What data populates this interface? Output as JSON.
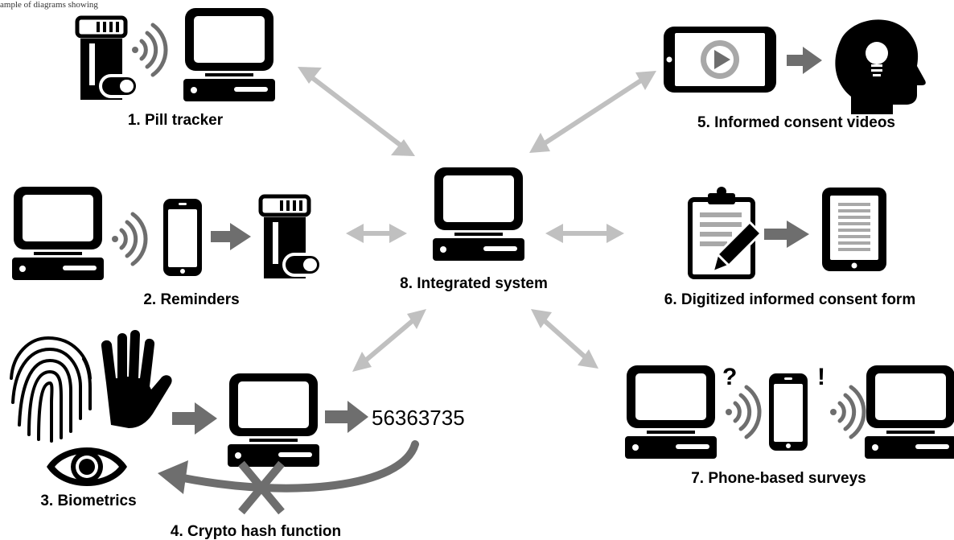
{
  "caption_fragment": "ample of diagrams showing",
  "colors": {
    "icon": "#000000",
    "arrow_light": "#c0c0c0",
    "arrow_dark": "#6e6e6e",
    "document_lines": "#a8a8a8",
    "background": "#ffffff"
  },
  "modules": [
    {
      "id": "1",
      "label": "1. Pill tracker",
      "icons": [
        "pill-bottle-icon",
        "wireless-signal-icon",
        "desktop-computer-icon"
      ]
    },
    {
      "id": "2",
      "label": "2. Reminders",
      "icons": [
        "desktop-computer-icon",
        "wireless-signal-icon",
        "smartphone-icon",
        "pill-bottle-icon"
      ]
    },
    {
      "id": "3",
      "label": "3. Biometrics",
      "icons": [
        "fingerprint-icon",
        "hand-icon",
        "eye-icon"
      ]
    },
    {
      "id": "4",
      "label": "4. Crypto hash function",
      "icons": [
        "desktop-computer-icon"
      ],
      "hash_output": "56363735"
    },
    {
      "id": "5",
      "label": "5. Informed consent videos",
      "icons": [
        "tablet-video-icon",
        "head-lightbulb-icon"
      ]
    },
    {
      "id": "6",
      "label": "6. Digitized informed consent form",
      "icons": [
        "clipboard-pen-icon",
        "tablet-document-icon"
      ]
    },
    {
      "id": "7",
      "label": "7. Phone-based surveys",
      "icons": [
        "desktop-computer-icon",
        "wireless-signal-icon",
        "smartphone-icon",
        "wireless-signal-icon",
        "desktop-computer-icon"
      ],
      "question_mark": "?",
      "exclamation_mark": "!"
    },
    {
      "id": "8",
      "label": "8. Integrated system",
      "icons": [
        "desktop-computer-icon"
      ]
    }
  ]
}
